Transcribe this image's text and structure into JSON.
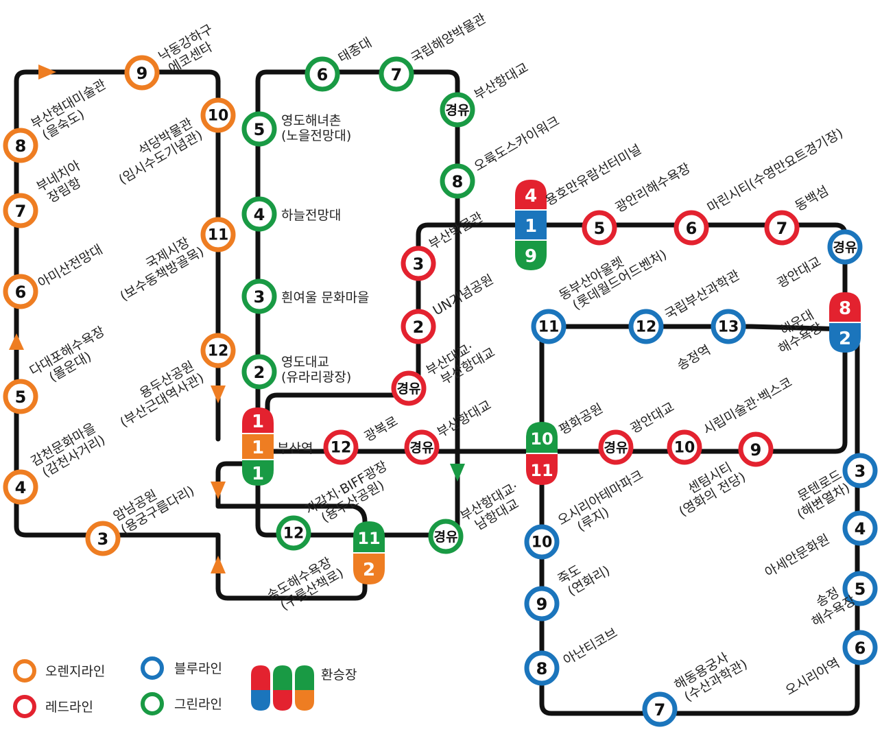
{
  "colors": {
    "orange": "#ee7d22",
    "red": "#e3222f",
    "blue": "#1b75bc",
    "green": "#199a44"
  },
  "legend": {
    "orange": "오렌지라인",
    "red": "레드라인",
    "blue": "블루라인",
    "green": "그린라인",
    "transfer": "환승장"
  },
  "orange_line": {
    "stops": [
      "3",
      "4",
      "5",
      "6",
      "7",
      "8",
      "9",
      "10",
      "11",
      "12"
    ],
    "labels": {
      "s3": [
        "암남공원",
        "(용궁구름다리)"
      ],
      "s4": [
        "감천문화마을",
        "(감천사거리)"
      ],
      "s5": [
        "다대포해수욕장",
        "(몰운대)"
      ],
      "s6": [
        "아미산전망대"
      ],
      "s7": [
        "부네치아",
        "장림항"
      ],
      "s8": [
        "부산현대미술관",
        "(을숙도)"
      ],
      "s9": [
        "낙동강하구",
        "에코센타"
      ],
      "s10": [
        "석당박물관",
        "(임시수도기념관)"
      ],
      "s11": [
        "국제시장",
        "(보수동책방골목)"
      ],
      "s12": [
        "용두산공원",
        "(부산근대역사관)"
      ],
      "songdo": [
        "송도해수욕장",
        "(구름산책로)"
      ]
    }
  },
  "green_line": {
    "stops": [
      "2",
      "3",
      "4",
      "5",
      "6",
      "7",
      "8",
      "12",
      "경유",
      "경유",
      "경유"
    ],
    "labels": {
      "s2": [
        "영도대교",
        "(유라리광장)"
      ],
      "s3": [
        "흰여울 문화마을"
      ],
      "s4": [
        "하늘전망대"
      ],
      "s5": [
        "영도해녀촌",
        "(노을전망대)"
      ],
      "s6": [
        "태종대"
      ],
      "s7": [
        "국립해양박물관"
      ],
      "via_top": [
        "부산항대교"
      ],
      "s8": [
        "오륙도스카이워크"
      ],
      "jagalchi": [
        "자갈치·BIFF광장",
        "(용두산공원)"
      ],
      "via_bottom": [
        "부산항대교·",
        "남항대교"
      ]
    }
  },
  "red_line": {
    "stops": [
      "2",
      "3",
      "5",
      "6",
      "7",
      "9",
      "10",
      "12",
      "경유",
      "경유",
      "경유"
    ],
    "labels": {
      "s2": [
        "UN기념공원"
      ],
      "s3": [
        "부산박물관"
      ],
      "s4": [
        "용호만유람선터미널"
      ],
      "s5": [
        "광안리해수욕장"
      ],
      "s6": [
        "마린시티(수영만요트경기장)"
      ],
      "s7": [
        "동백섬"
      ],
      "via_upper": [
        "부산대교·",
        "부산항대교"
      ],
      "s12": [
        "광복로"
      ],
      "via_mid": [
        "부산항대교"
      ],
      "s11": [
        "평화공원"
      ],
      "via_right": [
        "광안대교"
      ],
      "s10": [
        "시립미술관·벡스코"
      ],
      "s9": [
        "센텀시티",
        "(영화의 전당)"
      ]
    }
  },
  "blue_line": {
    "stops": [
      "3",
      "4",
      "5",
      "6",
      "7",
      "8",
      "9",
      "10",
      "11",
      "12",
      "13",
      "경유"
    ],
    "labels": {
      "via": [
        "광안대교"
      ],
      "s11": [
        "동부산아울렛",
        "(롯데월드어드벤처)"
      ],
      "s12": [
        "국립부산과학관"
      ],
      "s13": [
        "송정역"
      ],
      "s2": [
        "해운대",
        "해수욕장"
      ],
      "s3": [
        "문텐로드",
        "(해변열차)"
      ],
      "s4": [
        "아세안문화원"
      ],
      "s5": [
        "송정",
        "해수욕장"
      ],
      "s6": [
        "오시리아역"
      ],
      "s7": [
        "해동용궁사",
        "(수산과학관)"
      ],
      "s8": [
        "아난티코브"
      ],
      "s9": [
        "죽도",
        "(연화리)"
      ],
      "s10": [
        "오시리아테마파크",
        "(루지)"
      ]
    }
  },
  "transfers": {
    "busan_station": {
      "name": "부산역",
      "nums": [
        "1",
        "1",
        "1"
      ]
    },
    "yongho": {
      "nums": [
        "4",
        "1",
        "9"
      ]
    },
    "nampo": {
      "nums": [
        "11",
        "2"
      ]
    },
    "centum": {
      "nums": [
        "10",
        "11"
      ]
    },
    "haeundae": {
      "nums": [
        "8",
        "2"
      ]
    }
  }
}
